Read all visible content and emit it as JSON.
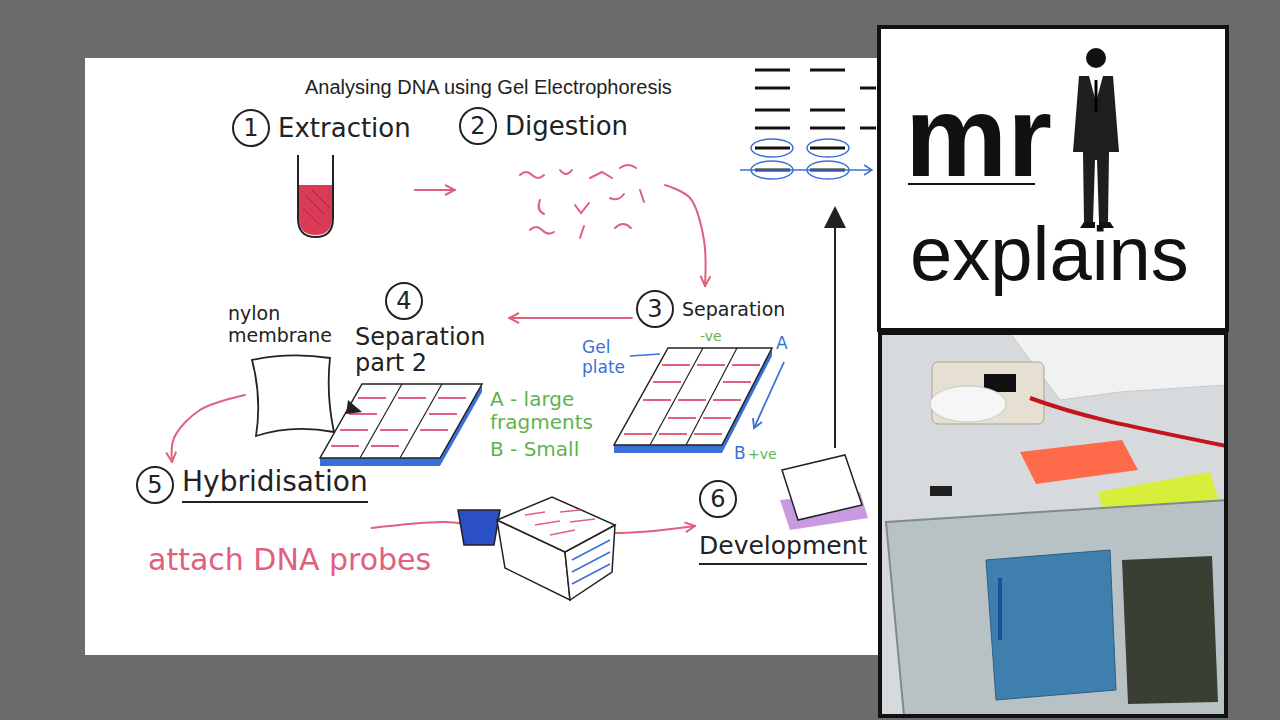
{
  "diagram": {
    "title": "Analysing DNA using Gel Electrophoresis",
    "nodes": [
      {
        "text": [
          "1",
          "Extraction"
        ]
      },
      {
        "text": [
          "2",
          "Digestion"
        ]
      },
      {
        "text": [
          "3",
          "Separation"
        ]
      },
      {
        "text": [
          "4",
          "Separation part 2"
        ]
      },
      {
        "text": [
          "5",
          "Hybridisation"
        ]
      },
      {
        "text": [
          "6",
          "Development"
        ]
      }
    ],
    "edges": [
      {
        "from": 0,
        "to": 1,
        "arrow": "to"
      },
      {
        "from": 1,
        "to": 2,
        "arrow": "to"
      },
      {
        "from": 2,
        "to": 3,
        "arrow": "to"
      },
      {
        "from": 3,
        "to": 4,
        "arrow": "to"
      },
      {
        "from": 4,
        "to": 5,
        "arrow": "to"
      }
    ],
    "labels": [
      "nylon membrane",
      "Gel plate",
      "-ve",
      "A",
      "A - large fragments",
      "B - Small",
      "B",
      "+ve",
      "attach DNA probes",
      "mr",
      "explains"
    ]
  }
}
